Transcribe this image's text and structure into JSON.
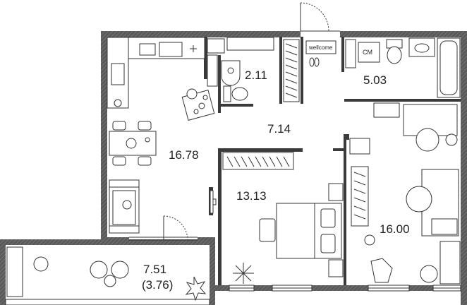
{
  "rooms": [
    {
      "id": "bathroom",
      "area": "2.11"
    },
    {
      "id": "bathroom-2",
      "area": "5.03"
    },
    {
      "id": "hall",
      "area": "7.14"
    },
    {
      "id": "kitchen-living",
      "area": "16.78"
    },
    {
      "id": "bedroom",
      "area": "13.13"
    },
    {
      "id": "bedroom-2",
      "area": "16.00"
    },
    {
      "id": "balcony",
      "area": "7.51",
      "sub_area": "(3.76)"
    }
  ],
  "labels": {
    "doormat": "wellcome",
    "washer": "CM"
  },
  "colors": {
    "wall": "#4a4a4a",
    "line": "#333333",
    "fill": "#f4f4f4"
  }
}
